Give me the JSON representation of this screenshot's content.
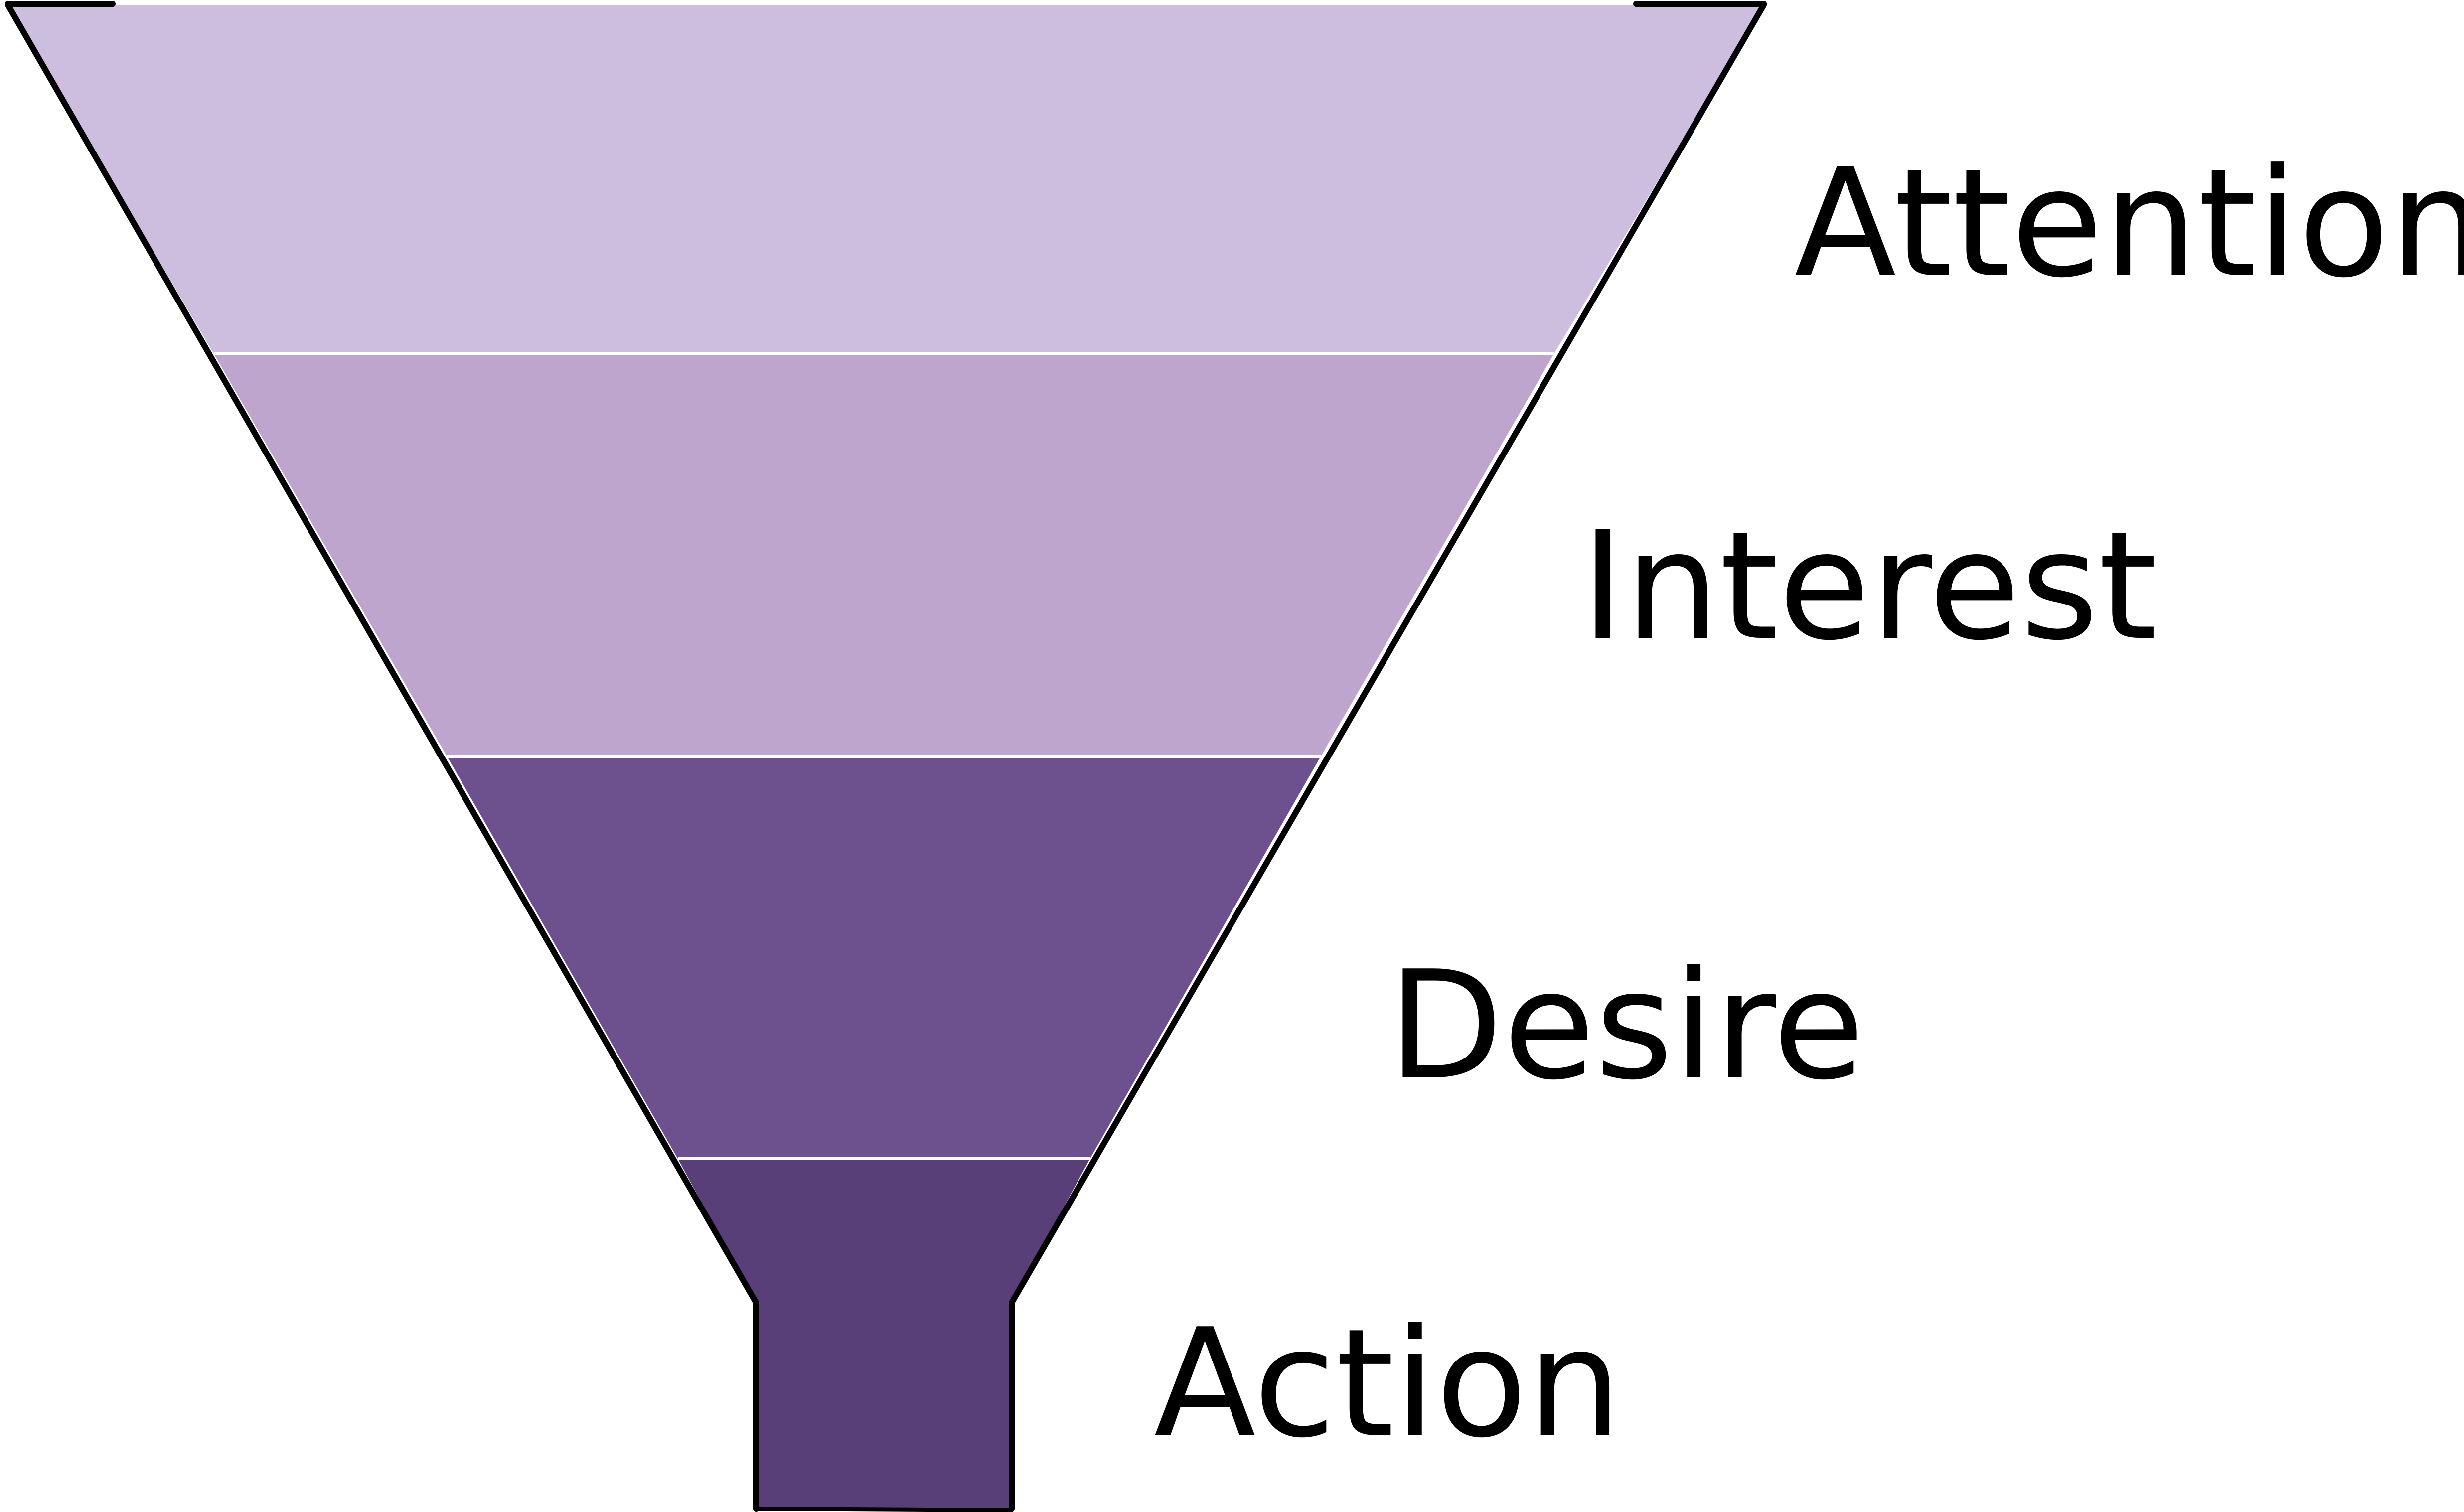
{
  "funnel": {
    "stages": [
      {
        "label": "Attention",
        "color": "#cdbedf"
      },
      {
        "label": "Interest",
        "color": "#bea5cd"
      },
      {
        "label": "Desire",
        "color": "#6d518e"
      },
      {
        "label": "Action",
        "color": "#583f78"
      }
    ],
    "outline_color": "#000000",
    "divider_color": "#ffffff"
  }
}
